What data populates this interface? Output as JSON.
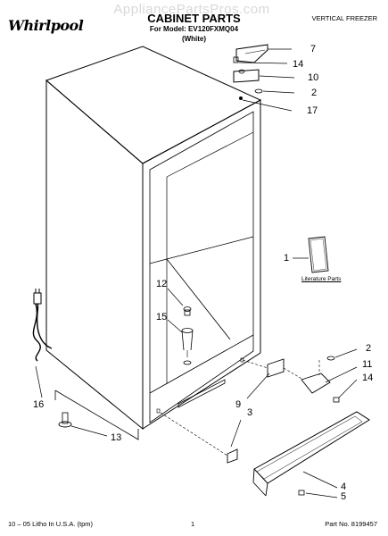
{
  "header": {
    "brand": "Whirlpool",
    "watermark": "AppliancePartsPros.com",
    "title": "CABINET PARTS",
    "model_line": "For Model: EV120FXMQ04",
    "color_line": "(White)",
    "category": "VERTICAL FREEZER"
  },
  "callouts": [
    {
      "label": "7"
    },
    {
      "label": "14"
    },
    {
      "label": "10"
    },
    {
      "label": "2"
    },
    {
      "label": "17"
    },
    {
      "label": "1"
    },
    {
      "label": "12"
    },
    {
      "label": "15"
    },
    {
      "label": "2"
    },
    {
      "label": "11"
    },
    {
      "label": "14"
    },
    {
      "label": "9"
    },
    {
      "label": "3"
    },
    {
      "label": "16"
    },
    {
      "label": "13"
    },
    {
      "label": "4"
    },
    {
      "label": "5"
    }
  ],
  "literature_label": "Literature Parts",
  "footer": {
    "left": "10 – 05 Litho In U.S.A. (tpm)",
    "page": "1",
    "part_no": "Part No. 8199457"
  }
}
